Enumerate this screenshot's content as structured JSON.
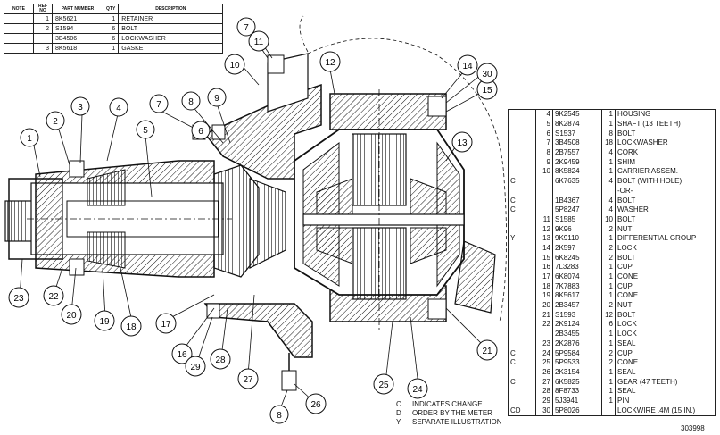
{
  "small_table": {
    "headers": [
      "NOTE",
      "REF NO",
      "PART NUMBER",
      "QTY",
      "DESCRIPTION"
    ],
    "rows": [
      {
        "note": "",
        "ref": "1",
        "part": "8K5621",
        "qty": "1",
        "desc": "RETAINER"
      },
      {
        "note": "",
        "ref": "2",
        "part": "S1594",
        "qty": "6",
        "desc": "BOLT"
      },
      {
        "note": "",
        "ref": "",
        "part": "3B4506",
        "qty": "6",
        "desc": "LOCKWASHER"
      },
      {
        "note": "",
        "ref": "3",
        "part": "8K5618",
        "qty": "1",
        "desc": "GASKET"
      }
    ]
  },
  "parts_table": {
    "rows": [
      {
        "note": "",
        "ref": "4",
        "part": "9K2545",
        "qty": "1",
        "desc": "HOUSING"
      },
      {
        "note": "",
        "ref": "5",
        "part": "8K2874",
        "qty": "1",
        "desc": "SHAFT (13 TEETH)"
      },
      {
        "note": "",
        "ref": "6",
        "part": "S1537",
        "qty": "8",
        "desc": "BOLT"
      },
      {
        "note": "",
        "ref": "7",
        "part": "3B4508",
        "qty": "18",
        "desc": "LOCKWASHER"
      },
      {
        "note": "",
        "ref": "8",
        "part": "2B7557",
        "qty": "4",
        "desc": "CORK"
      },
      {
        "note": "",
        "ref": "9",
        "part": "2K9459",
        "qty": "1",
        "desc": "SHIM"
      },
      {
        "note": "",
        "ref": "10",
        "part": "8K5824",
        "qty": "1",
        "desc": "CARRIER ASSEM."
      },
      {
        "note": "C",
        "ref": "",
        "part": "6K7635",
        "qty": "4",
        "desc": "BOLT (WITH HOLE)"
      },
      {
        "note": "",
        "ref": "",
        "part": "",
        "qty": "",
        "desc": "-OR-"
      },
      {
        "note": "C",
        "ref": "",
        "part": "1B4367",
        "qty": "4",
        "desc": "BOLT"
      },
      {
        "note": "C",
        "ref": "",
        "part": "5P8247",
        "qty": "4",
        "desc": "WASHER"
      },
      {
        "note": "",
        "ref": "11",
        "part": "S1585",
        "qty": "10",
        "desc": "BOLT"
      },
      {
        "note": "",
        "ref": "12",
        "part": "9K96",
        "qty": "2",
        "desc": "NUT"
      },
      {
        "note": "Y",
        "ref": "13",
        "part": "9K9110",
        "qty": "1",
        "desc": "DIFFERENTIAL GROUP"
      },
      {
        "note": "",
        "ref": "14",
        "part": "2K597",
        "qty": "2",
        "desc": "LOCK"
      },
      {
        "note": "",
        "ref": "15",
        "part": "6K8245",
        "qty": "2",
        "desc": "BOLT"
      },
      {
        "note": "",
        "ref": "16",
        "part": "7L3283",
        "qty": "1",
        "desc": "CUP"
      },
      {
        "note": "",
        "ref": "17",
        "part": "6K8074",
        "qty": "1",
        "desc": "CONE"
      },
      {
        "note": "",
        "ref": "18",
        "part": "7K7883",
        "qty": "1",
        "desc": "CUP"
      },
      {
        "note": "",
        "ref": "19",
        "part": "8K5617",
        "qty": "1",
        "desc": "CONE"
      },
      {
        "note": "",
        "ref": "20",
        "part": "2B3457",
        "qty": "2",
        "desc": "NUT"
      },
      {
        "note": "",
        "ref": "21",
        "part": "S1593",
        "qty": "12",
        "desc": "BOLT"
      },
      {
        "note": "",
        "ref": "22",
        "part": "2K9124",
        "qty": "6",
        "desc": "LOCK"
      },
      {
        "note": "",
        "ref": "",
        "part": "2B3455",
        "qty": "1",
        "desc": "LOCK"
      },
      {
        "note": "",
        "ref": "23",
        "part": "2K2876",
        "qty": "1",
        "desc": "SEAL"
      },
      {
        "note": "C",
        "ref": "24",
        "part": "5P9584",
        "qty": "2",
        "desc": "CUP"
      },
      {
        "note": "C",
        "ref": "25",
        "part": "5P9533",
        "qty": "2",
        "desc": "CONE"
      },
      {
        "note": "",
        "ref": "26",
        "part": "2K3154",
        "qty": "1",
        "desc": "SEAL"
      },
      {
        "note": "C",
        "ref": "27",
        "part": "6K5825",
        "qty": "1",
        "desc": "GEAR (47 TEETH)"
      },
      {
        "note": "",
        "ref": "28",
        "part": "8F8733",
        "qty": "1",
        "desc": "SEAL"
      },
      {
        "note": "",
        "ref": "29",
        "part": "5J3941",
        "qty": "1",
        "desc": "PIN"
      },
      {
        "note": "CD",
        "ref": "30",
        "part": "5P8026",
        "qty": "",
        "desc": "LOCKWIRE .4M (15 IN.)"
      }
    ]
  },
  "legend": [
    {
      "code": "C",
      "text": "INDICATES CHANGE"
    },
    {
      "code": "D",
      "text": "ORDER BY THE METER"
    },
    {
      "code": "Y",
      "text": "SEPARATE ILLUSTRATION"
    }
  ],
  "figure_number": "303998",
  "callouts": [
    "1",
    "2",
    "3",
    "4",
    "5",
    "6",
    "7",
    "7",
    "8",
    "8",
    "9",
    "10",
    "11",
    "12",
    "13",
    "14",
    "15",
    "16",
    "17",
    "18",
    "19",
    "20",
    "21",
    "22",
    "23",
    "24",
    "25",
    "26",
    "27",
    "28",
    "29",
    "30"
  ]
}
